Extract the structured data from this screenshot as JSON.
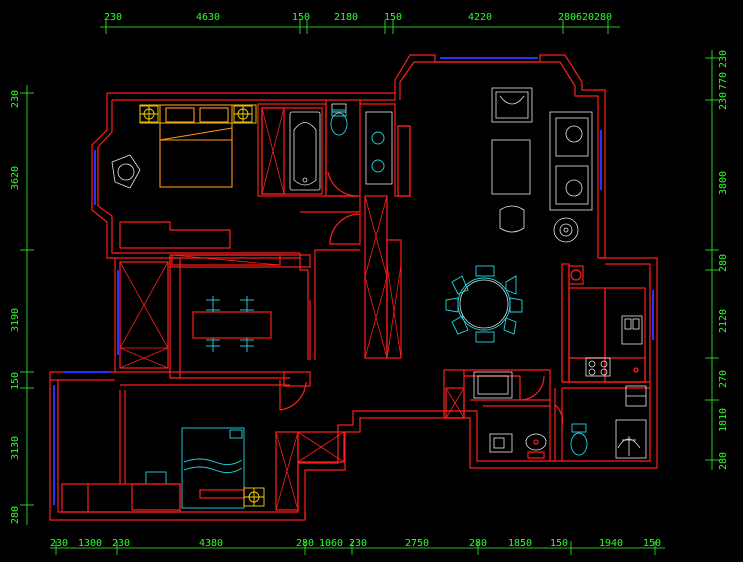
{
  "colors": {
    "background": "#000000",
    "walls": "#ff1e1e",
    "dimensions": "#2aff2a",
    "windows": "#2d2dff",
    "furniture_white": "#e8e8e8",
    "furniture_cyan": "#22d6e6",
    "bed_orange": "#ff9a1a"
  },
  "dims_top": [
    "230",
    "4630",
    "150",
    "2180",
    "150",
    "4220",
    "280",
    "620",
    "280"
  ],
  "dims_bottom": [
    "230",
    "1300",
    "230",
    "4380",
    "280",
    "1060",
    "230",
    "2750",
    "280",
    "1850",
    "150",
    "1940",
    "150"
  ],
  "dims_left": [
    "230",
    "3620",
    "3190",
    "150",
    "3130",
    "280"
  ],
  "dims_right": [
    "230",
    "770",
    "230",
    "3800",
    "280",
    "2120",
    "270",
    "1810",
    "280"
  ]
}
